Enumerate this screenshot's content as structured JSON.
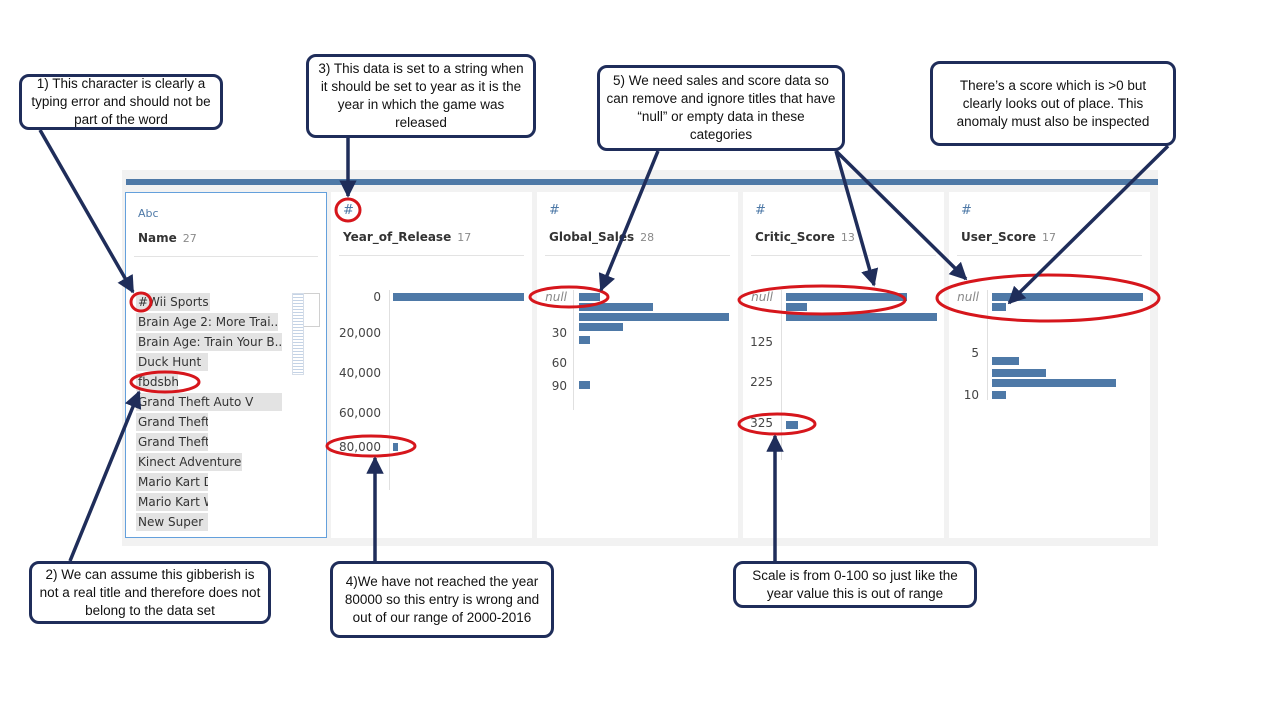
{
  "columns": [
    {
      "type_icon": "Abc",
      "header": "Name",
      "count": "27"
    },
    {
      "type_icon": "#",
      "header": "Year_of_Release",
      "count": "17"
    },
    {
      "type_icon": "#",
      "header": "Global_Sales",
      "count": "28"
    },
    {
      "type_icon": "#",
      "header": "Critic_Score",
      "count": "13"
    },
    {
      "type_icon": "#",
      "header": "User_Score",
      "count": "17"
    }
  ],
  "name_values": [
    "#Wii Sports",
    "Brain Age 2: More Trai...",
    "Brain Age: Train Your B...",
    "Duck Hunt",
    "fbdsbhfj",
    "Grand Theft Auto V",
    "Grand Theft Auto: San ...",
    "Grand Theft Auto: Vice ...",
    "Kinect Adventures!",
    "Mario Kart DS",
    "Mario Kart Wii",
    "New Super Mario Bros."
  ],
  "year_axis": [
    "0",
    "20,000",
    "40,000",
    "60,000",
    "80,000"
  ],
  "sales_axis": [
    "null",
    "30",
    "60",
    "90"
  ],
  "critic_axis": [
    "null",
    "125",
    "225",
    "325"
  ],
  "user_axis": [
    "null",
    "5",
    "10"
  ],
  "distributions": {
    "year": [
      {
        "label": "0",
        "level": 1.0
      },
      {
        "label": "80,000",
        "level": 0.04
      }
    ],
    "global_sales": [
      0.14,
      0.49,
      1.0,
      0.29,
      0.07,
      0.07
    ],
    "critic_score": [
      0.8,
      0.14,
      1.0,
      0.08
    ],
    "user_score": [
      1.0,
      0.09,
      0.18,
      0.36,
      0.82,
      0.09
    ]
  },
  "callouts": {
    "c1": "1) This character is clearly a typing error and should not be part of the word",
    "c2": "2) We can assume this gibberish is not a real title and therefore does not belong to the data set",
    "c3": "3) This data is set to a string when it should be set to year as it is the year in which the game was released",
    "c4": "4)We have not reached the year 80000 so this entry is wrong and out of our range of 2000-2016",
    "c5": "5) We need sales and score data so can remove and ignore titles that have “null” or empty data in these categories",
    "c6": "There’s a score which is >0 but clearly looks out of place. This anomaly must also be inspected",
    "c7": "Scale is from 0-100 so just like the year value this is out of range"
  },
  "colors": {
    "bar": "#4e79a7",
    "highlight_circle": "#d6161c",
    "callout_border": "#1f2d5a",
    "arrow": "#1f2d5a"
  }
}
